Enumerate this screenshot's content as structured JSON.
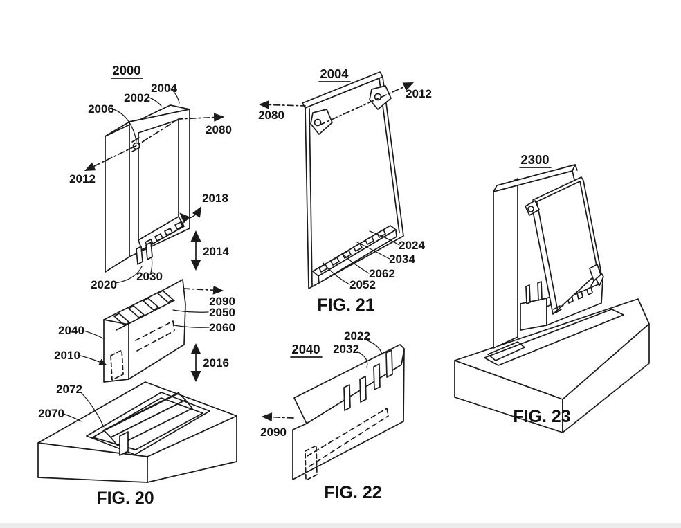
{
  "page": {
    "background": "#ffffff",
    "line_color": "#1b1b1b",
    "kind": "patent drawing sheet"
  },
  "fig20": {
    "title": "2000",
    "caption": "FIG. 20",
    "refs": {
      "2002": "2002",
      "2004": "2004",
      "2006": "2006",
      "2080": "2080",
      "2012": "2012",
      "2018": "2018",
      "2014": "2014",
      "2020": "2020",
      "2030": "2030",
      "2090": "2090",
      "2050": "2050",
      "2060": "2060",
      "2040": "2040",
      "2010": "2010",
      "2016": "2016",
      "2072": "2072",
      "2070": "2070"
    }
  },
  "fig21": {
    "title": "2004",
    "caption": "FIG. 21",
    "refs": {
      "2080": "2080",
      "2012": "2012",
      "2024": "2024",
      "2034": "2034",
      "2062": "2062",
      "2052": "2052"
    }
  },
  "fig22": {
    "title": "2040",
    "caption": "FIG. 22",
    "refs": {
      "2022": "2022",
      "2032": "2032",
      "2090": "2090"
    }
  },
  "fig23": {
    "title": "2300",
    "caption": "FIG. 23"
  }
}
